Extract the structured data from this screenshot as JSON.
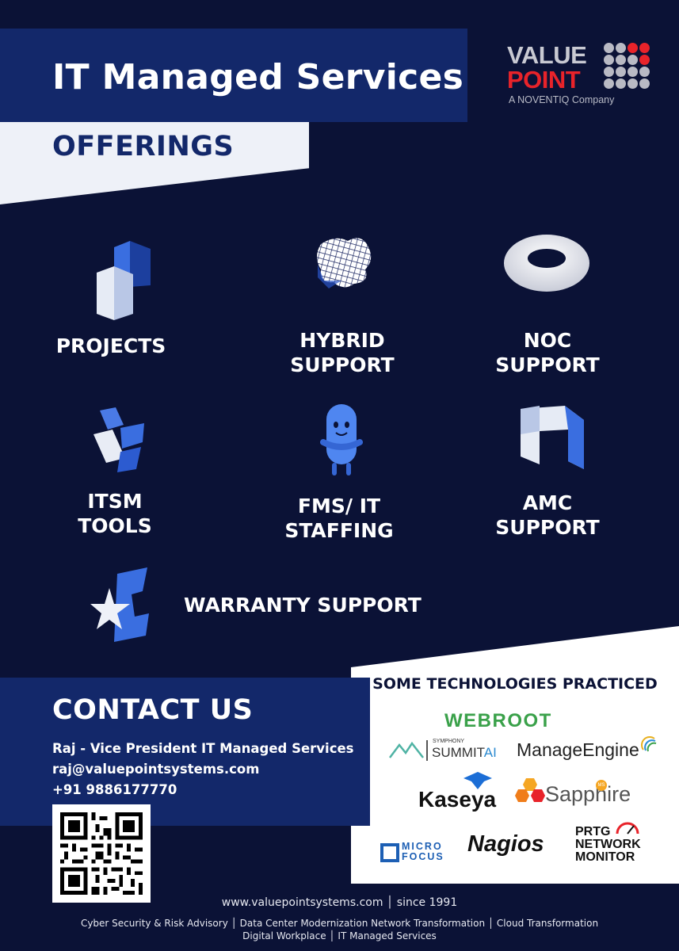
{
  "header": {
    "title": "IT Managed Services",
    "section": "OFFERINGS"
  },
  "logo": {
    "line1": "VALUE",
    "line2": "POINT",
    "sub": "A NOVENTIQ Company",
    "colors": {
      "gray": "#c8c9d2",
      "red": "#e8232a"
    }
  },
  "offerings": [
    {
      "label": "PROJECTS",
      "icon": "projects-block-icon"
    },
    {
      "label": "HYBRID SUPPORT",
      "icon": "grid-star-icon"
    },
    {
      "label": "NOC SUPPORT",
      "icon": "torus-icon"
    },
    {
      "label": "ITSM TOOLS",
      "icon": "cross-blocks-icon"
    },
    {
      "label": "FMS/ IT STAFFING",
      "icon": "mascot-pill-icon"
    },
    {
      "label": "AMC SUPPORT",
      "icon": "n-shape-icon"
    },
    {
      "label": "WARRANTY SUPPORT",
      "icon": "star-shield-icon"
    }
  ],
  "offering_lines": {
    "projects": [
      "PROJECTS"
    ],
    "hybrid": [
      "HYBRID",
      "SUPPORT"
    ],
    "noc": [
      "NOC",
      "SUPPORT"
    ],
    "itsm": [
      "ITSM",
      "TOOLS"
    ],
    "fms": [
      "FMS/ IT",
      "STAFFING"
    ],
    "amc": [
      "AMC",
      "SUPPORT"
    ],
    "warranty": [
      "WARRANTY SUPPORT"
    ]
  },
  "technologies": {
    "heading": "SOME TECHNOLOGIES PRACTICED",
    "webroot": "WEBROOT",
    "symphony_small": "SYMPHONY",
    "symphony": "SUMMIT",
    "symphony_ai": "AI",
    "manageengine": "ManageEngine",
    "kaseya": "Kaseya",
    "sapphire": "Sapphire",
    "sapphire_ms": "MS",
    "microfocus_1": "MICRO",
    "microfocus_2": "FOCUS",
    "nagios": "Nagios",
    "prtg_1": "PRTG",
    "prtg_2": "NETWORK",
    "prtg_3": "MONITOR"
  },
  "contact": {
    "title": "CONTACT US",
    "name": "Raj - Vice President IT Managed Services",
    "email": "raj@valuepointsystems.com",
    "phone": "+91 9886177770"
  },
  "footer": {
    "site": "www.valuepointsystems.com │ since 1991",
    "line1": "Cyber Security & Risk Advisory │ Data Center Modernization Network Transformation │ Cloud Transformation",
    "line2": "Digital Workplace  │ IT Managed Services"
  }
}
